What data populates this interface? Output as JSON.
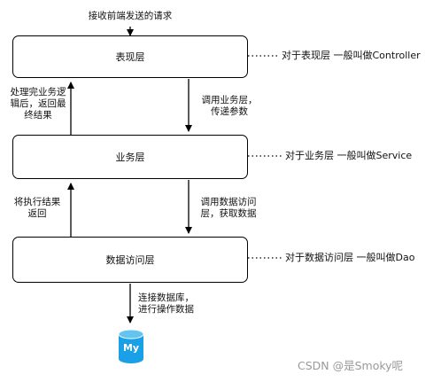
{
  "header": {
    "top_label": "接收前端发送的请求"
  },
  "layers": [
    {
      "label": "表现层",
      "note": "对于表现层 一般叫做Controller"
    },
    {
      "label": "业务层",
      "note": "对于业务层 一般叫做Service"
    },
    {
      "label": "数据访问层",
      "note": "对于数据访问层 一般叫做Dao"
    }
  ],
  "arrows": {
    "call_business": [
      "调用业务层，",
      "传递参数"
    ],
    "return_business": [
      "处理完业务逻",
      "辑后，返回最",
      "终结果"
    ],
    "call_data_access": [
      "调用数据访问",
      "层，获取数据"
    ],
    "return_data_access": [
      "将执行结果",
      "返回"
    ],
    "connect_db": [
      "连接数据库，",
      "进行操作数据"
    ]
  },
  "database": {
    "icon": "mysql-database-icon",
    "label": "My",
    "color": "#1aa0e6"
  },
  "watermark": "CSDN @是Smoky呢"
}
